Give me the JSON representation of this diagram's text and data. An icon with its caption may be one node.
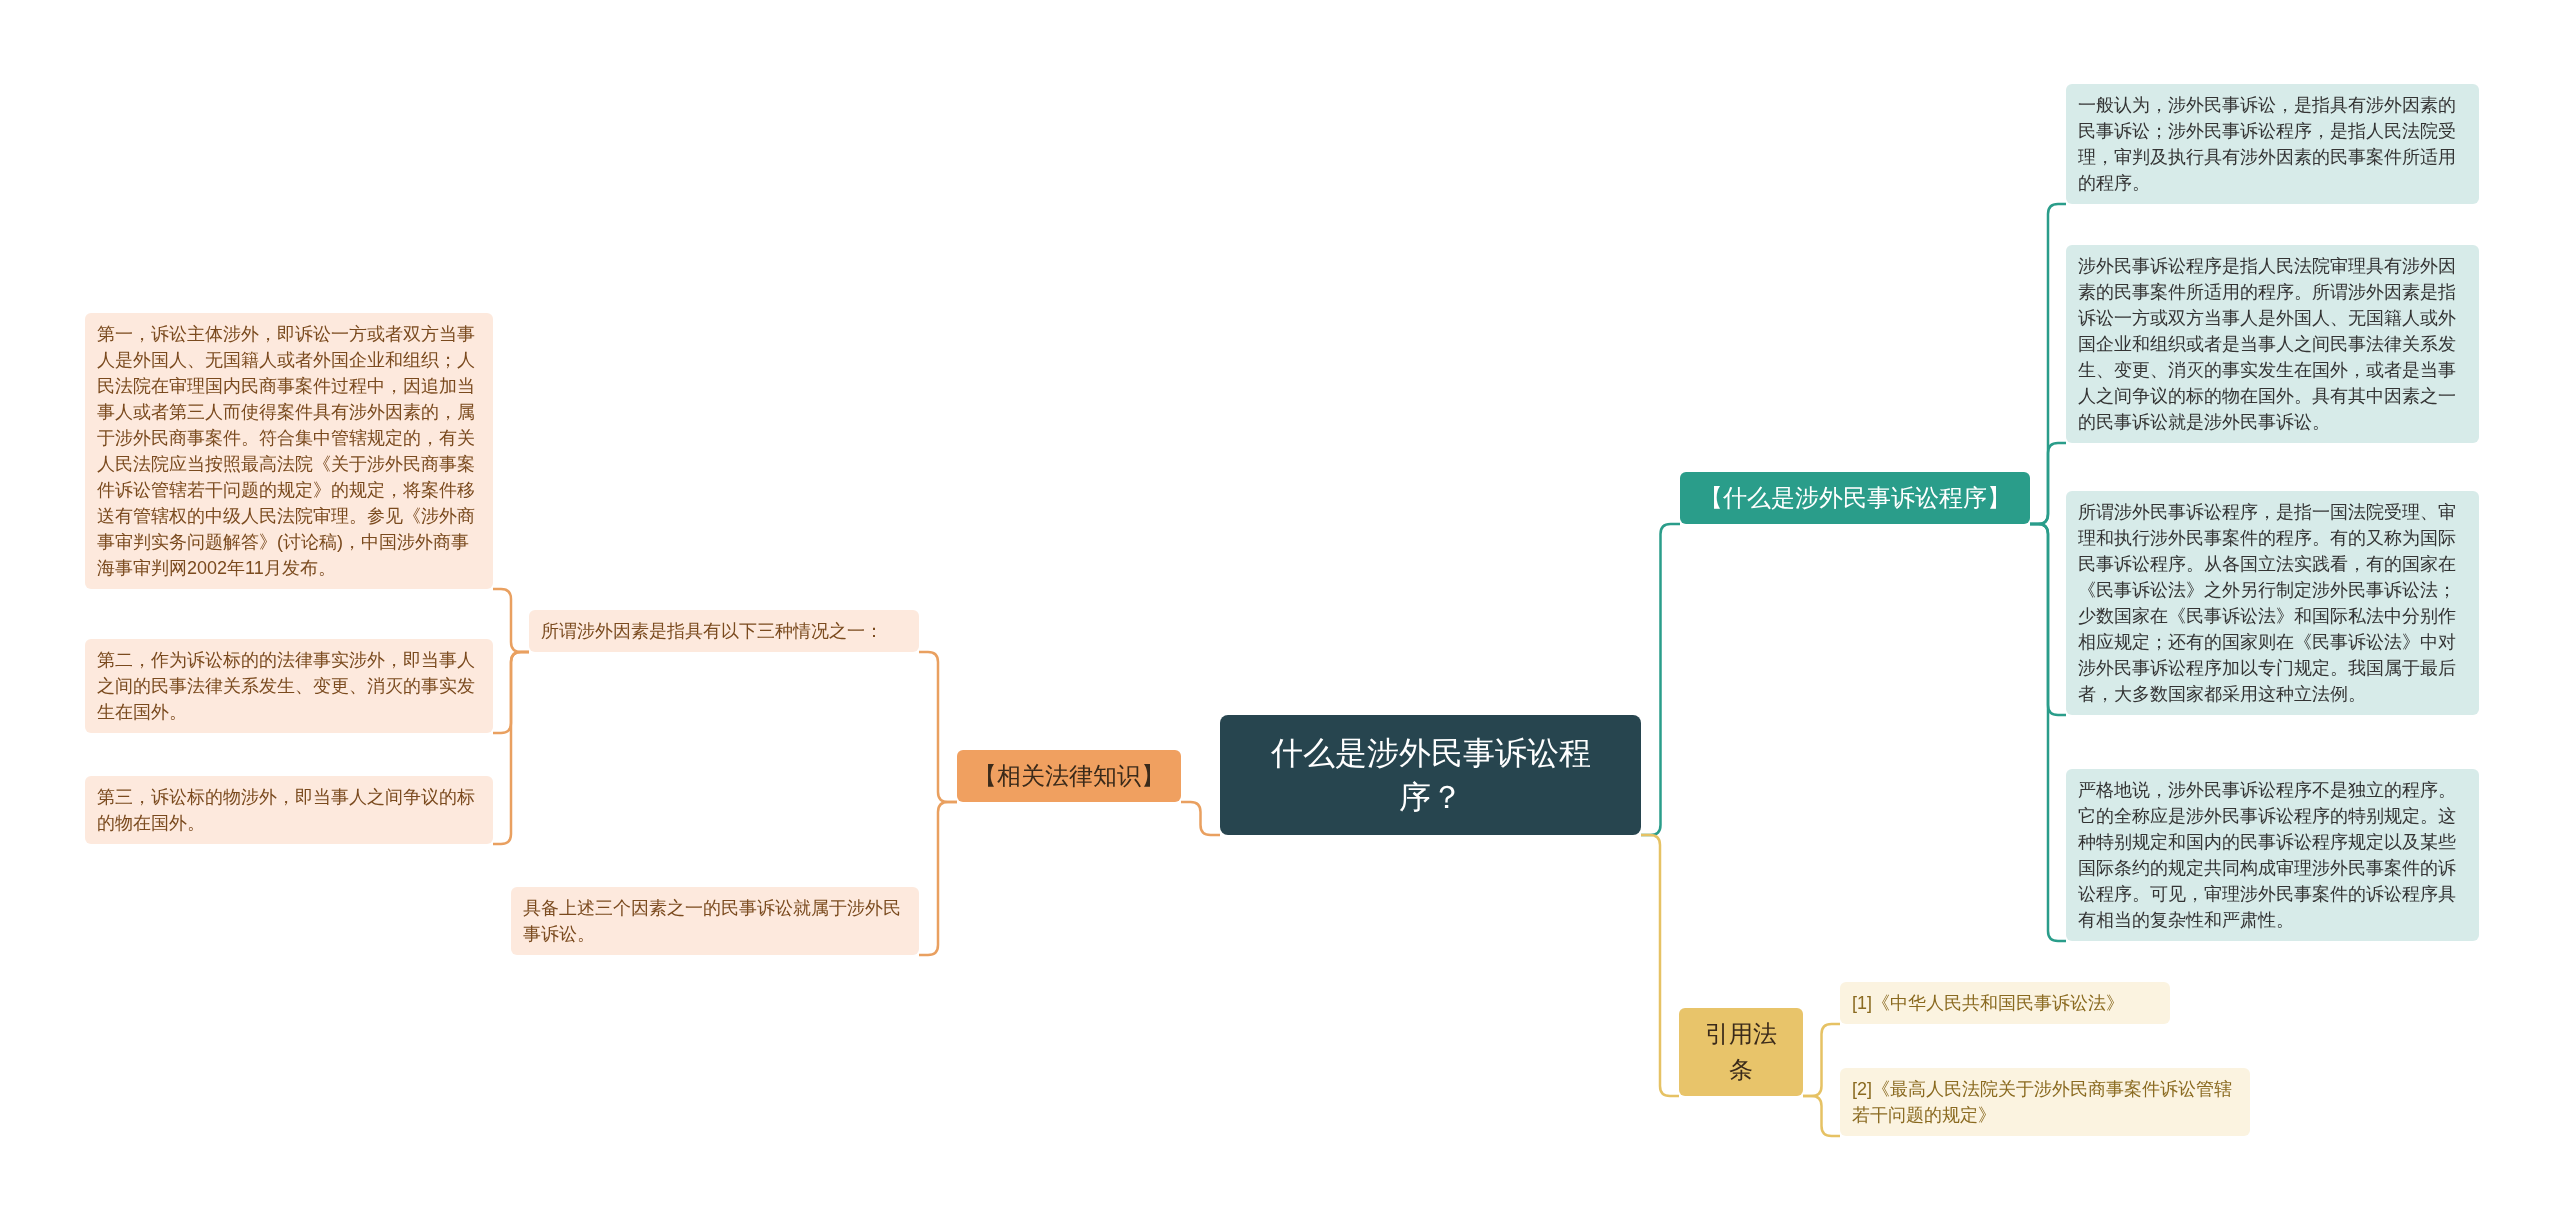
{
  "diagram": {
    "nodes": [
      {
        "text": [
          "什么是涉外民事诉讼程序？"
        ]
      },
      {
        "text": [
          "【相关法律知识】"
        ]
      },
      {
        "text": [
          "所谓涉外因素是指具有以下三种情况之一："
        ]
      },
      {
        "text": [
          "第一，诉讼主体涉外，即诉讼一方或者双方当事人是外国人、无国籍人或者外国企业和组织；人民法院在审理国内民商事案件过程中，因追加当事人或者第三人而使得案件具有涉外因素的，属于涉外民商事案件。符合集中管辖规定的，有关人民法院应当按照最高法院《关于涉外民商事案件诉讼管辖若干问题的规定》的规定，将案件移送有管辖权的中级人民法院审理。参见《涉外商事审判实务问题解答》(讨论稿)，中国涉外商事海事审判网2002年11月发布。"
        ]
      },
      {
        "text": [
          "第二，作为诉讼标的的法律事实涉外，即当事人之间的民事法律关系发生、变更、消灭的事实发生在国外。"
        ]
      },
      {
        "text": [
          "第三，诉讼标的物涉外，即当事人之间争议的标的物在国外。"
        ]
      },
      {
        "text": [
          "具备上述三个因素之一的民事诉讼就属于涉外民事诉讼。"
        ]
      },
      {
        "text": [
          "【什么是涉外民事诉讼程序】"
        ]
      },
      {
        "text": [
          "一般认为，涉外民事诉讼，是指具有涉外因素的民事诉讼；涉外民事诉讼程序，是指人民法院受理，审判及执行具有涉外因素的民事案件所适用的程序。"
        ]
      },
      {
        "text": [
          "涉外民事诉讼程序是指人民法院审理具有涉外因素的民事案件所适用的程序。所谓涉外因素是指诉讼一方或双方当事人是外国人、无国籍人或外国企业和组织或者是当事人之间民事法律关系发生、变更、消灭的事实发生在国外，或者是当事人之间争议的标的物在国外。具有其中因素之一的民事诉讼就是涉外民事诉讼。"
        ]
      },
      {
        "text": [
          "所谓涉外民事诉讼程序，是指一国法院受理、审理和执行涉外民事案件的程序。有的又称为国际民事诉讼程序。从各国立法实践看，有的国家在《民事诉讼法》之外另行制定涉外民事诉讼法；少数国家在《民事诉讼法》和国际私法中分别作相应规定；还有的国家则在《民事诉讼法》中对涉外民事诉讼程序加以专门规定。我国属于最后者，大多数国家都采用这种立法例。"
        ]
      },
      {
        "text": [
          "严格地说，涉外民事诉讼程序不是独立的程序。它的全称应是涉外民事诉讼程序的特别规定。这种特别规定和国内的民事诉讼程序规定以及某些国际条约的规定共同构成审理涉外民事案件的诉讼程序。可见，审理涉外民事案件的诉讼程序具有相当的复杂性和严肃性。"
        ]
      },
      {
        "text": [
          "引用法条"
        ]
      },
      {
        "text": [
          "[1]《中华人民共和国民事诉讼法》"
        ]
      },
      {
        "text": [
          "[2]《最高人民法院关于涉外民商事案件诉讼管辖若干问题的规定》"
        ]
      }
    ],
    "edges": [
      {
        "from": 0,
        "to": 1,
        "arrow": "none"
      },
      {
        "from": 1,
        "to": 2,
        "arrow": "none"
      },
      {
        "from": 2,
        "to": 3,
        "arrow": "none"
      },
      {
        "from": 2,
        "to": 4,
        "arrow": "none"
      },
      {
        "from": 2,
        "to": 5,
        "arrow": "none"
      },
      {
        "from": 1,
        "to": 6,
        "arrow": "none"
      },
      {
        "from": 0,
        "to": 7,
        "arrow": "none",
        "color": "#2a9d8a"
      },
      {
        "from": 7,
        "to": 8,
        "arrow": "none",
        "color": "#2a9d8a"
      },
      {
        "from": 7,
        "to": 9,
        "arrow": "none",
        "color": "#2a9d8a"
      },
      {
        "from": 7,
        "to": 10,
        "arrow": "none",
        "color": "#2a9d8a"
      },
      {
        "from": 7,
        "to": 11,
        "arrow": "none",
        "color": "#2a9d8a"
      },
      {
        "from": 0,
        "to": 12,
        "arrow": "none",
        "color": "#e6c264"
      },
      {
        "from": 12,
        "to": 13,
        "arrow": "none",
        "color": "#e6c264"
      },
      {
        "from": 12,
        "to": 14,
        "arrow": "none",
        "color": "#e6c264"
      }
    ]
  }
}
